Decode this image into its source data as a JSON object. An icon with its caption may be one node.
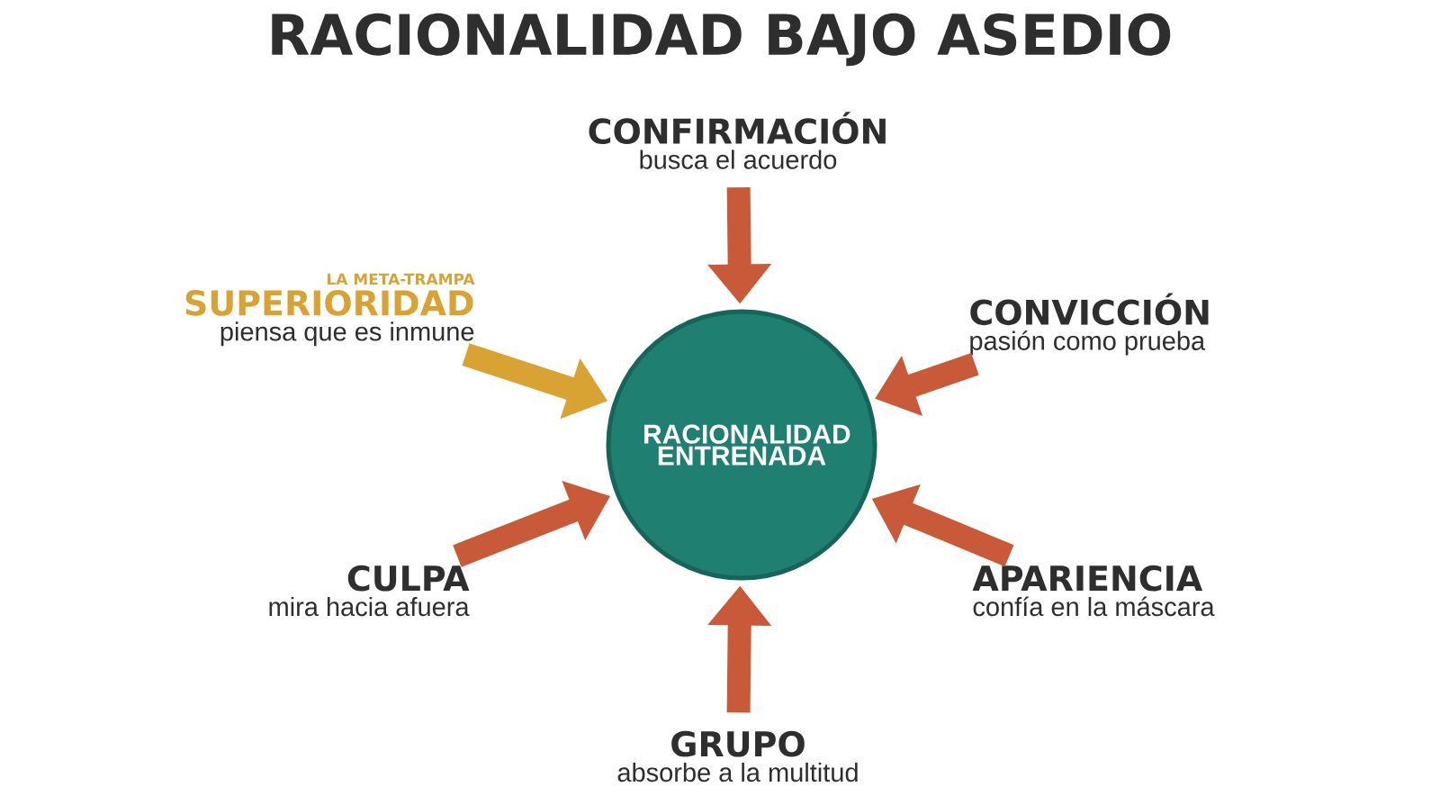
{
  "diagram": {
    "title": "RACIONALIDAD BAJO ASEDIO",
    "nodes": [
      {
        "text": [
          "RACIONALIDAD ENTRENADA"
        ]
      },
      {
        "text": [
          "CONFIRMACIÓN",
          "busca el acuerdo"
        ]
      },
      {
        "text": [
          "LA META-TRAMPA",
          "SUPERIORIDAD",
          "piensa que es inmune"
        ]
      },
      {
        "text": [
          "CONVICCIÓN",
          "pasión como prueba"
        ]
      },
      {
        "text": [
          "CULPA",
          "mira hacia afuera"
        ]
      },
      {
        "text": [
          "APARIENCIA",
          "confía en la máscara"
        ]
      },
      {
        "text": [
          "GRUPO",
          "absorbe a la multitud"
        ]
      }
    ],
    "edges": [
      {
        "from": 1,
        "to": 0,
        "arrow": "to"
      },
      {
        "from": 2,
        "to": 0,
        "arrow": "to",
        "color": "#d9a334"
      },
      {
        "from": 3,
        "to": 0,
        "arrow": "to"
      },
      {
        "from": 4,
        "to": 0,
        "arrow": "to"
      },
      {
        "from": 5,
        "to": 0,
        "arrow": "to"
      },
      {
        "from": 6,
        "to": 0,
        "arrow": "to"
      }
    ]
  }
}
